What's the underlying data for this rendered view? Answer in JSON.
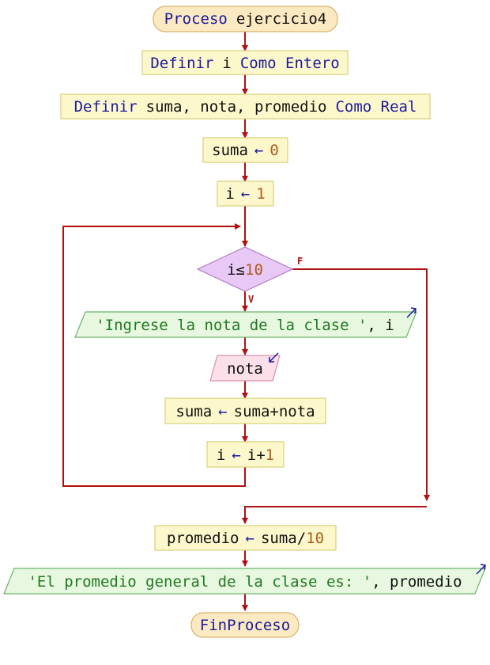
{
  "diagram": {
    "start": {
      "keyword": "Proceso",
      "name": "ejercicio4"
    },
    "def_i": {
      "kw1": "Definir",
      "vars": "i",
      "kw2": "Como Entero"
    },
    "def_reals": {
      "kw1": "Definir",
      "vars": "suma, nota, promedio",
      "kw2": "Como Real"
    },
    "assign_suma": {
      "target": "suma",
      "arrow": "←",
      "value": "0"
    },
    "assign_i": {
      "target": "i",
      "arrow": "←",
      "value": "1"
    },
    "condition": {
      "left": "i≤",
      "right": "10"
    },
    "label_false": "F",
    "label_true": "V",
    "output_prompt": {
      "text": "'Ingrese la nota de la clase '",
      "sep": ", ",
      "var": "i"
    },
    "input_nota": {
      "var": "nota"
    },
    "assign_sum": {
      "target": "suma",
      "arrow": "←",
      "expr": "suma+nota"
    },
    "increment_i": {
      "target": "i",
      "arrow": "←",
      "var": "i",
      "op": "+",
      "value": "1"
    },
    "assign_avg": {
      "target": "promedio",
      "arrow": "←",
      "expr": "suma/",
      "value": "10"
    },
    "output_avg": {
      "text": "'El promedio general de la clase es: '",
      "sep": ", ",
      "var": "promedio"
    },
    "end": {
      "keyword": "FinProceso"
    }
  },
  "colors": {
    "keyword": "#1a1a9c",
    "number": "#b05a1a",
    "string": "#1f7a1f",
    "edge": "#b01010"
  }
}
